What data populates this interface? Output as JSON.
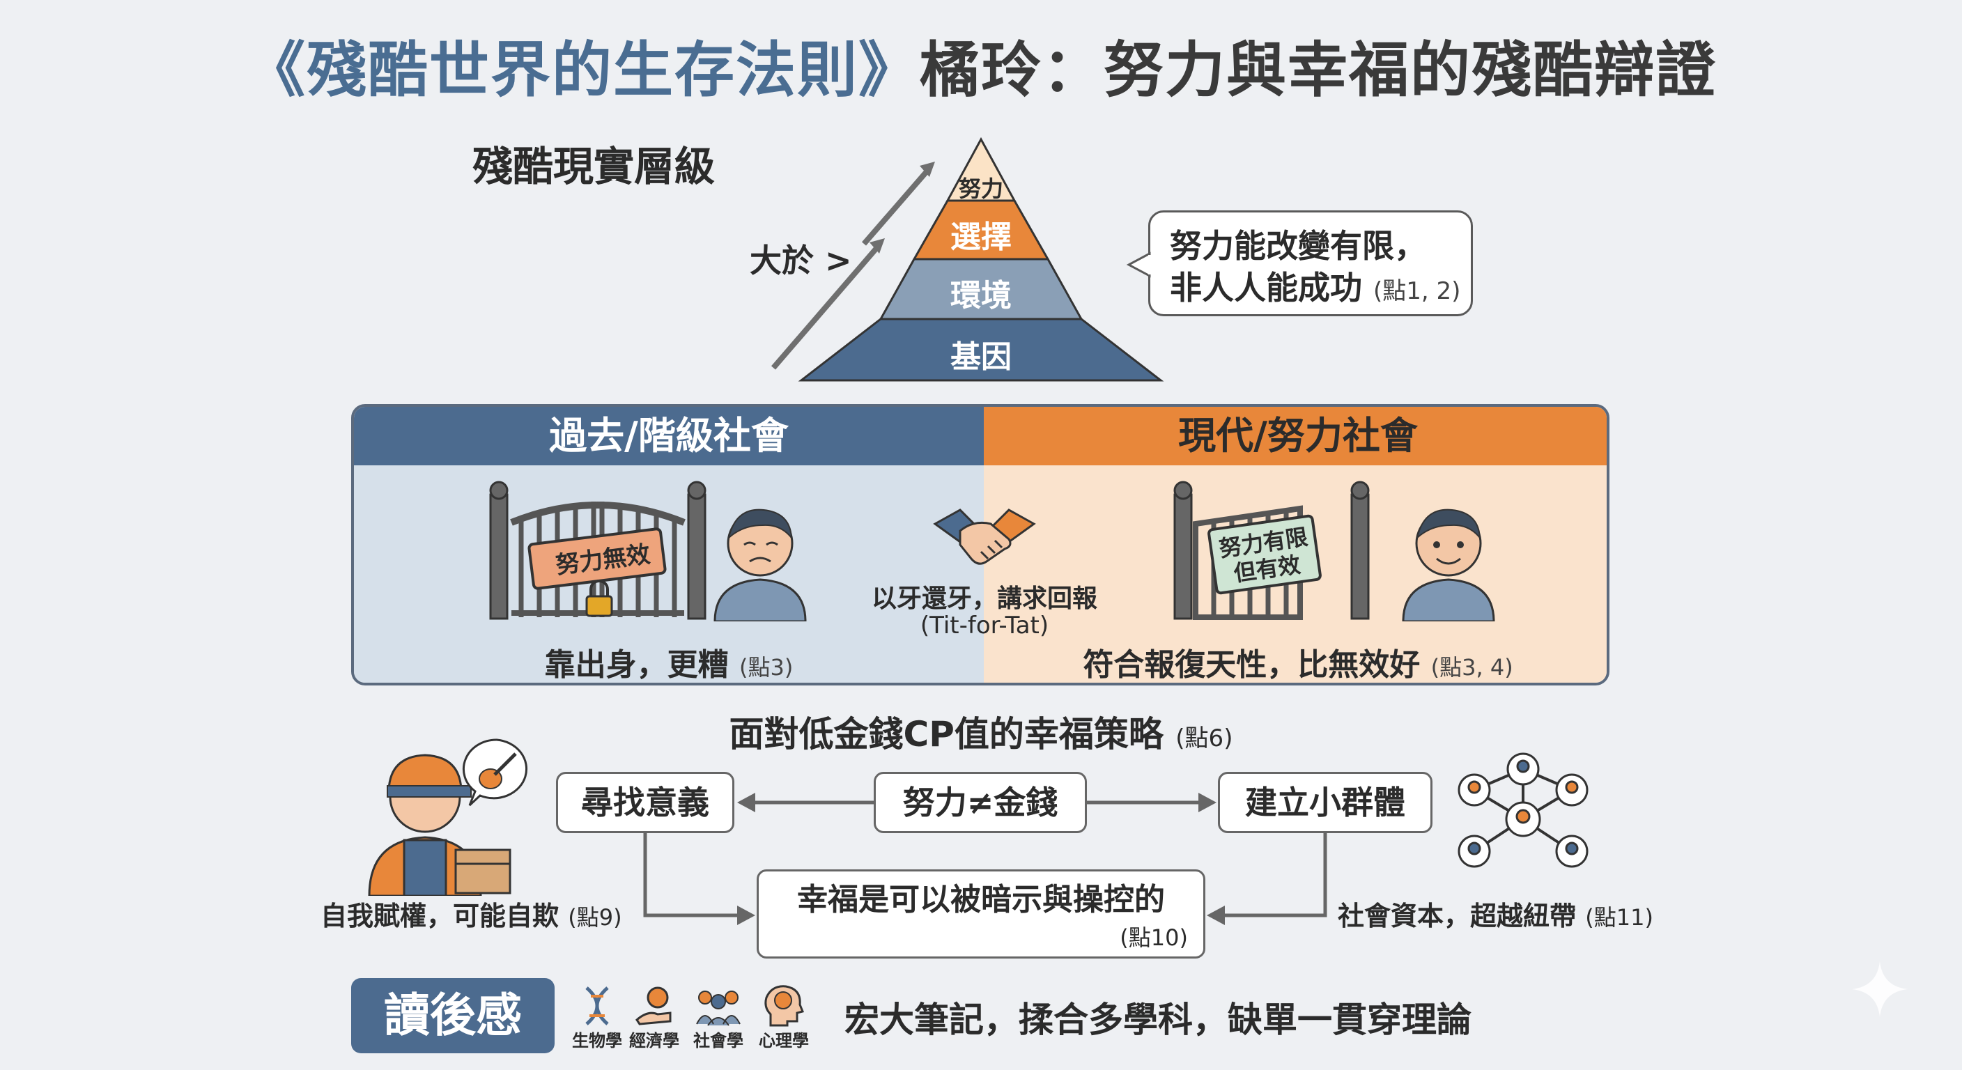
{
  "title": {
    "part1": "《殘酷世界的生存法則》",
    "part2": "橘玲：努力與幸福的殘酷辯證"
  },
  "hierarchy": {
    "label": "殘酷現實層級",
    "greater_than": "大於 >",
    "levels": [
      "努力",
      "選擇",
      "環境",
      "基因"
    ],
    "callout_line1": "努力能改變有限，",
    "callout_line2": "非人人能成功",
    "callout_ref": "(點1, 2)"
  },
  "comparison": {
    "left_header": "過去/階級社會",
    "left_gate_sign": "努力無效",
    "left_caption": "靠出身，更糟",
    "left_ref": "(點3)",
    "right_header": "現代/努力社會",
    "right_gate_sign_line1": "努力有限",
    "right_gate_sign_line2": "但有效",
    "right_caption": "符合報復天性，比無效好",
    "right_ref": "(點3, 4)",
    "center_line1": "以牙還牙，講求回報",
    "center_line2": "(Tit-for-Tat)"
  },
  "strategy": {
    "title": "面對低金錢CP值的幸福策略",
    "title_ref": "(點6)",
    "left_box": "尋找意義",
    "center_box": "努力≠金錢",
    "right_box": "建立小群體",
    "bottom_box": "幸福是可以被暗示與操控的",
    "bottom_ref": "(點10)",
    "left_caption": "自我賦權，可能自欺",
    "left_ref": "(點9)",
    "right_caption": "社會資本，超越紐帶",
    "right_ref": "(點11)"
  },
  "review": {
    "badge": "讀後感",
    "disciplines": [
      "生物學",
      "經濟學",
      "社會學",
      "心理學"
    ],
    "summary": "宏大筆記，揉合多學科，缺單一貫穿理論"
  },
  "colors": {
    "blue": "#4c6b8f",
    "orange": "#e8873a",
    "light_blue": "#d6e0ea",
    "light_orange": "#fae3cd"
  }
}
